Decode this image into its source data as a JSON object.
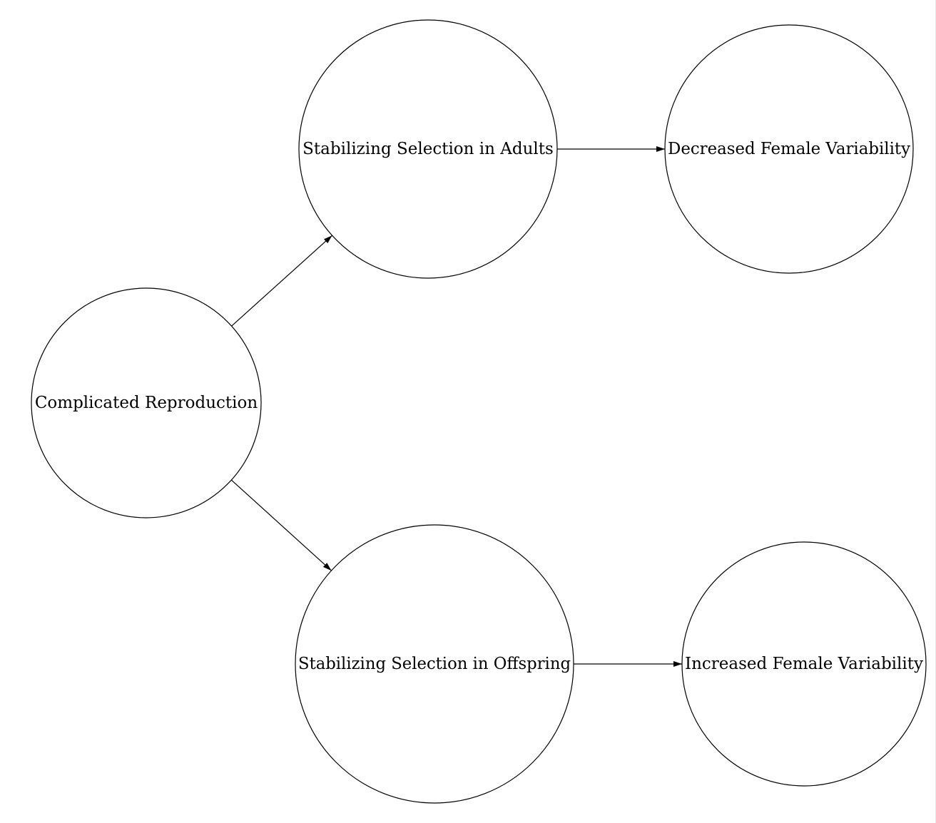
{
  "diagram": {
    "nodes": [
      {
        "id": "complicated-reproduction",
        "label": "Complicated Reproduction"
      },
      {
        "id": "stabilizing-adults",
        "label": "Stabilizing Selection in Adults"
      },
      {
        "id": "decreased-variability",
        "label": "Decreased Female Variability"
      },
      {
        "id": "stabilizing-offspring",
        "label": "Stabilizing Selection in Offspring"
      },
      {
        "id": "increased-variability",
        "label": "Increased Female Variability"
      }
    ],
    "edges": [
      {
        "from": "complicated-reproduction",
        "to": "stabilizing-adults"
      },
      {
        "from": "complicated-reproduction",
        "to": "stabilizing-offspring"
      },
      {
        "from": "stabilizing-adults",
        "to": "decreased-variability"
      },
      {
        "from": "stabilizing-offspring",
        "to": "increased-variability"
      }
    ]
  }
}
